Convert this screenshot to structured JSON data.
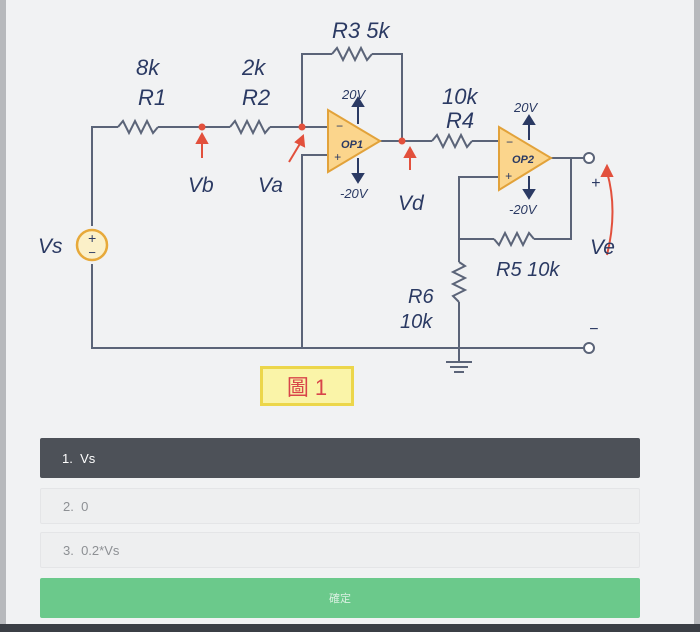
{
  "circuit": {
    "r1_value": "8k",
    "r1_name": "R1",
    "r2_value": "2k",
    "r2_name": "R2",
    "r3_label": "R3  5k",
    "r4_value": "10k",
    "r4_name": "R4",
    "r5_label": "R5 10k",
    "r6_name": "R6",
    "r6_value": "10k",
    "op1_name": "OP1",
    "op2_name": "OP2",
    "op1_pos_supply": "20V",
    "op1_neg_supply": "-20V",
    "op2_pos_supply": "20V",
    "op2_neg_supply": "-20V",
    "source_label": "Vs",
    "node_vb": "Vb",
    "node_va": "Va",
    "node_vd": "Vd",
    "output_label": "Ve",
    "plus_sign": "+",
    "minus_sign": "−",
    "inv_sign": "−",
    "noninv_sign": "+"
  },
  "figure_label": "圖 1",
  "options": [
    {
      "number": "1.",
      "text": "Vs"
    },
    {
      "number": "2.",
      "text": "0"
    },
    {
      "number": "3.",
      "text": "0.2*Vs"
    }
  ],
  "confirm_button": "確定"
}
